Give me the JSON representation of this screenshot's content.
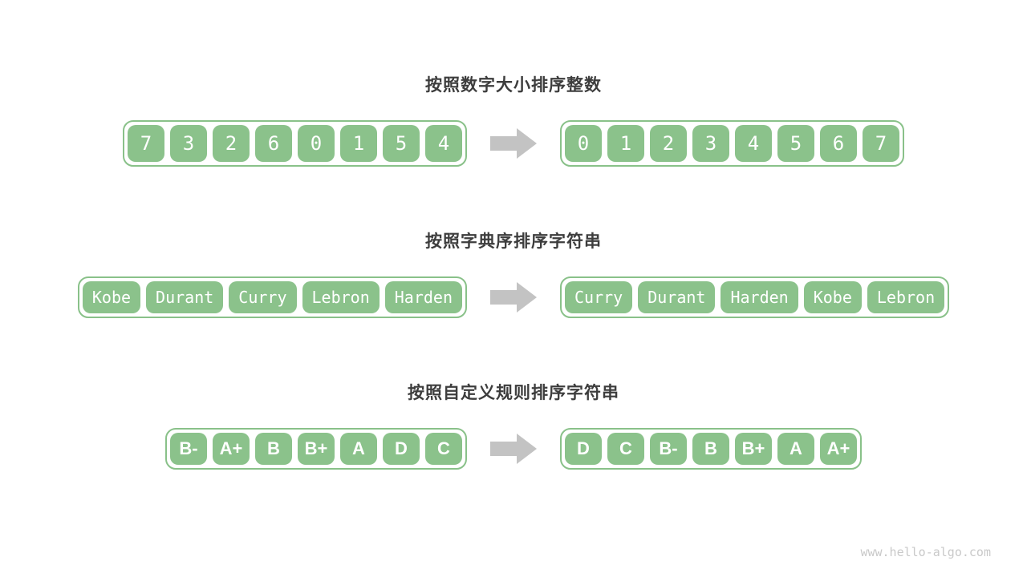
{
  "watermark": "www.hello-algo.com",
  "colors": {
    "cell_green": "#8BC28B",
    "box_border_green": "#89C189",
    "arrow_gray": "#C3C3C3",
    "title_text": "#3d3d3d",
    "cell_text": "#ffffff",
    "watermark_text": "#c9c9c9"
  },
  "icons": {
    "arrow": "right-block-arrow"
  },
  "sections": [
    {
      "title": "按照数字大小排序整数",
      "style": "digits",
      "left": [
        "7",
        "3",
        "2",
        "6",
        "0",
        "1",
        "5",
        "4"
      ],
      "right": [
        "0",
        "1",
        "2",
        "3",
        "4",
        "5",
        "6",
        "7"
      ]
    },
    {
      "title": "按照字典序排序字符串",
      "style": "names",
      "left": [
        "Kobe",
        "Durant",
        "Curry",
        "Lebron",
        "Harden"
      ],
      "right": [
        "Curry",
        "Durant",
        "Harden",
        "Kobe",
        "Lebron"
      ]
    },
    {
      "title": "按照自定义规则排序字符串",
      "style": "grades",
      "left": [
        "B-",
        "A+",
        "B",
        "B+",
        "A",
        "D",
        "C"
      ],
      "right": [
        "D",
        "C",
        "B-",
        "B",
        "B+",
        "A",
        "A+"
      ]
    }
  ]
}
